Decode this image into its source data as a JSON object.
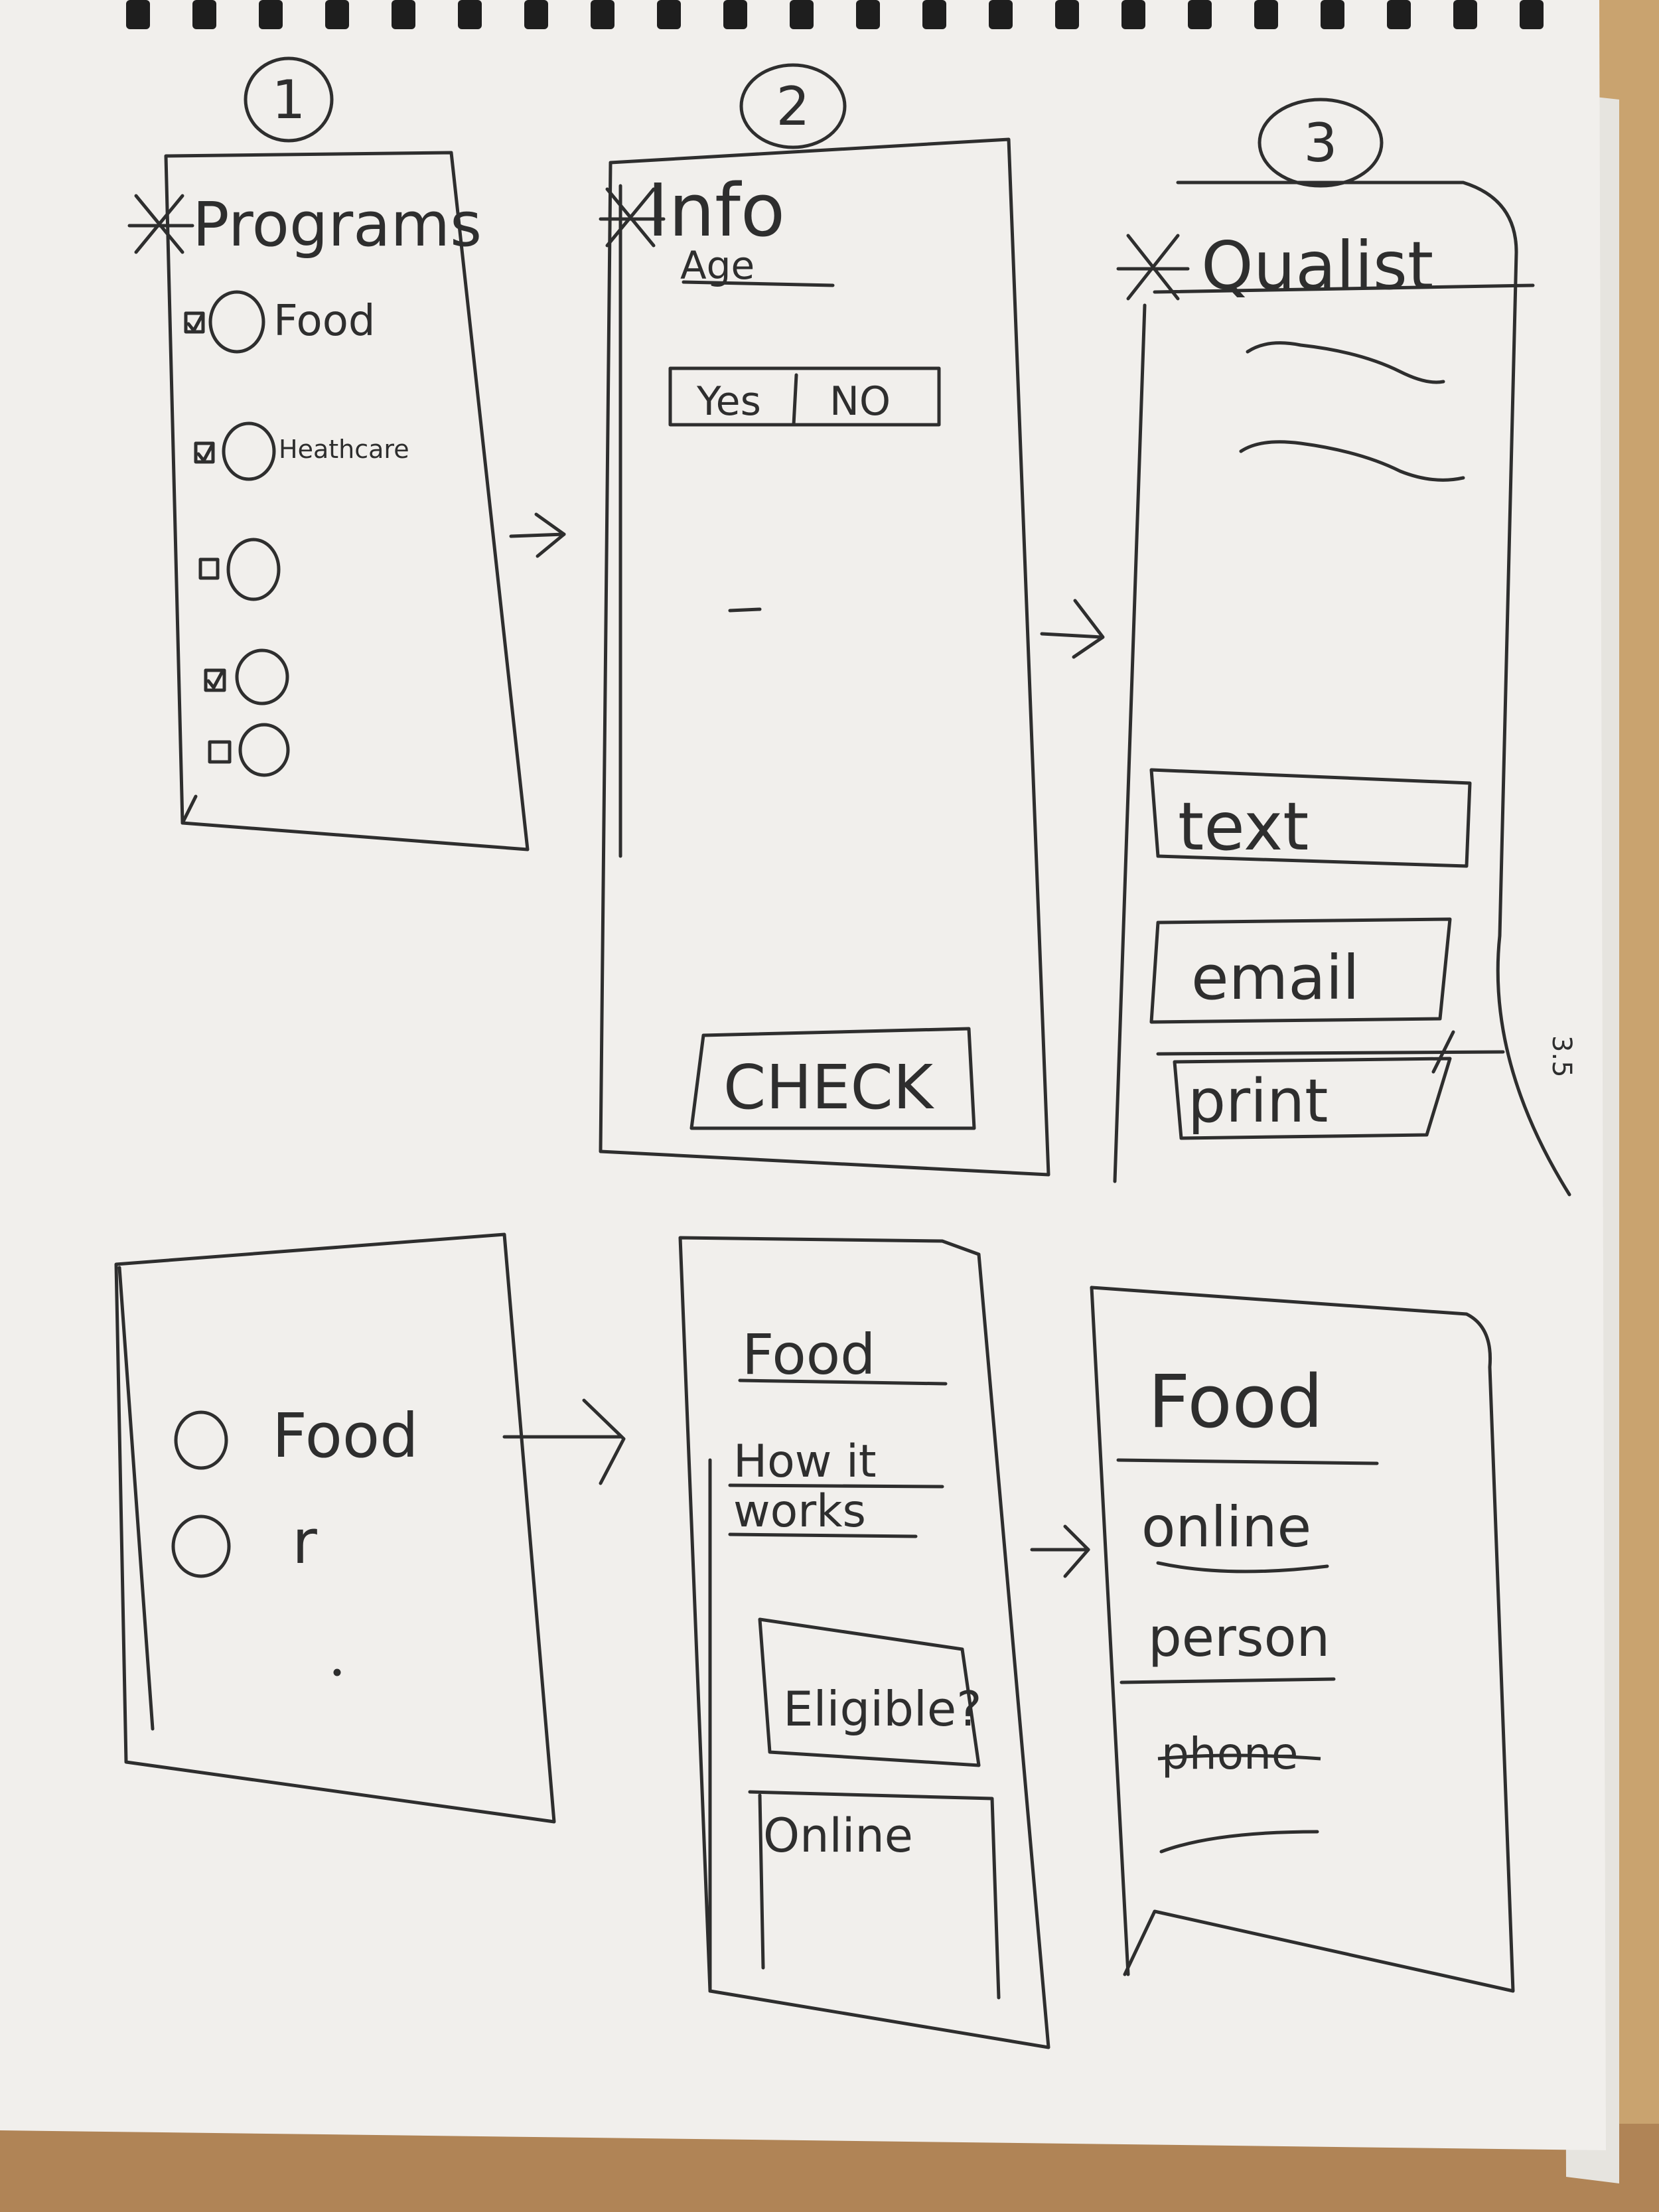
{
  "colors": {
    "ink": "#2e2e2e",
    "paper": "#f1efec",
    "desk": "#c9a36f"
  },
  "screen1": {
    "number": "1",
    "title": "Programs",
    "items": [
      {
        "label": "Food"
      },
      {
        "label": "Heathcare"
      },
      {
        "label": ""
      },
      {
        "label": ""
      },
      {
        "label": ""
      }
    ]
  },
  "screen2": {
    "number": "2",
    "title": "Info",
    "age_label": "Age",
    "toggle": {
      "yes": "Yes",
      "no": "NO"
    },
    "check_button": "CHECK"
  },
  "screen3": {
    "number": "3",
    "title": "Qualist",
    "text_button": "text",
    "email_button": "email",
    "print_button": "print"
  },
  "screen4": {
    "options": [
      "Food",
      "r"
    ]
  },
  "screen5": {
    "title": "Food",
    "how_it_works": [
      "How it",
      "works"
    ],
    "eligible_button": "Eligible?",
    "online_box": "Online"
  },
  "screen6": {
    "title": "Food",
    "links": [
      "online",
      "person",
      "phone"
    ]
  },
  "margin_note": "3.5"
}
